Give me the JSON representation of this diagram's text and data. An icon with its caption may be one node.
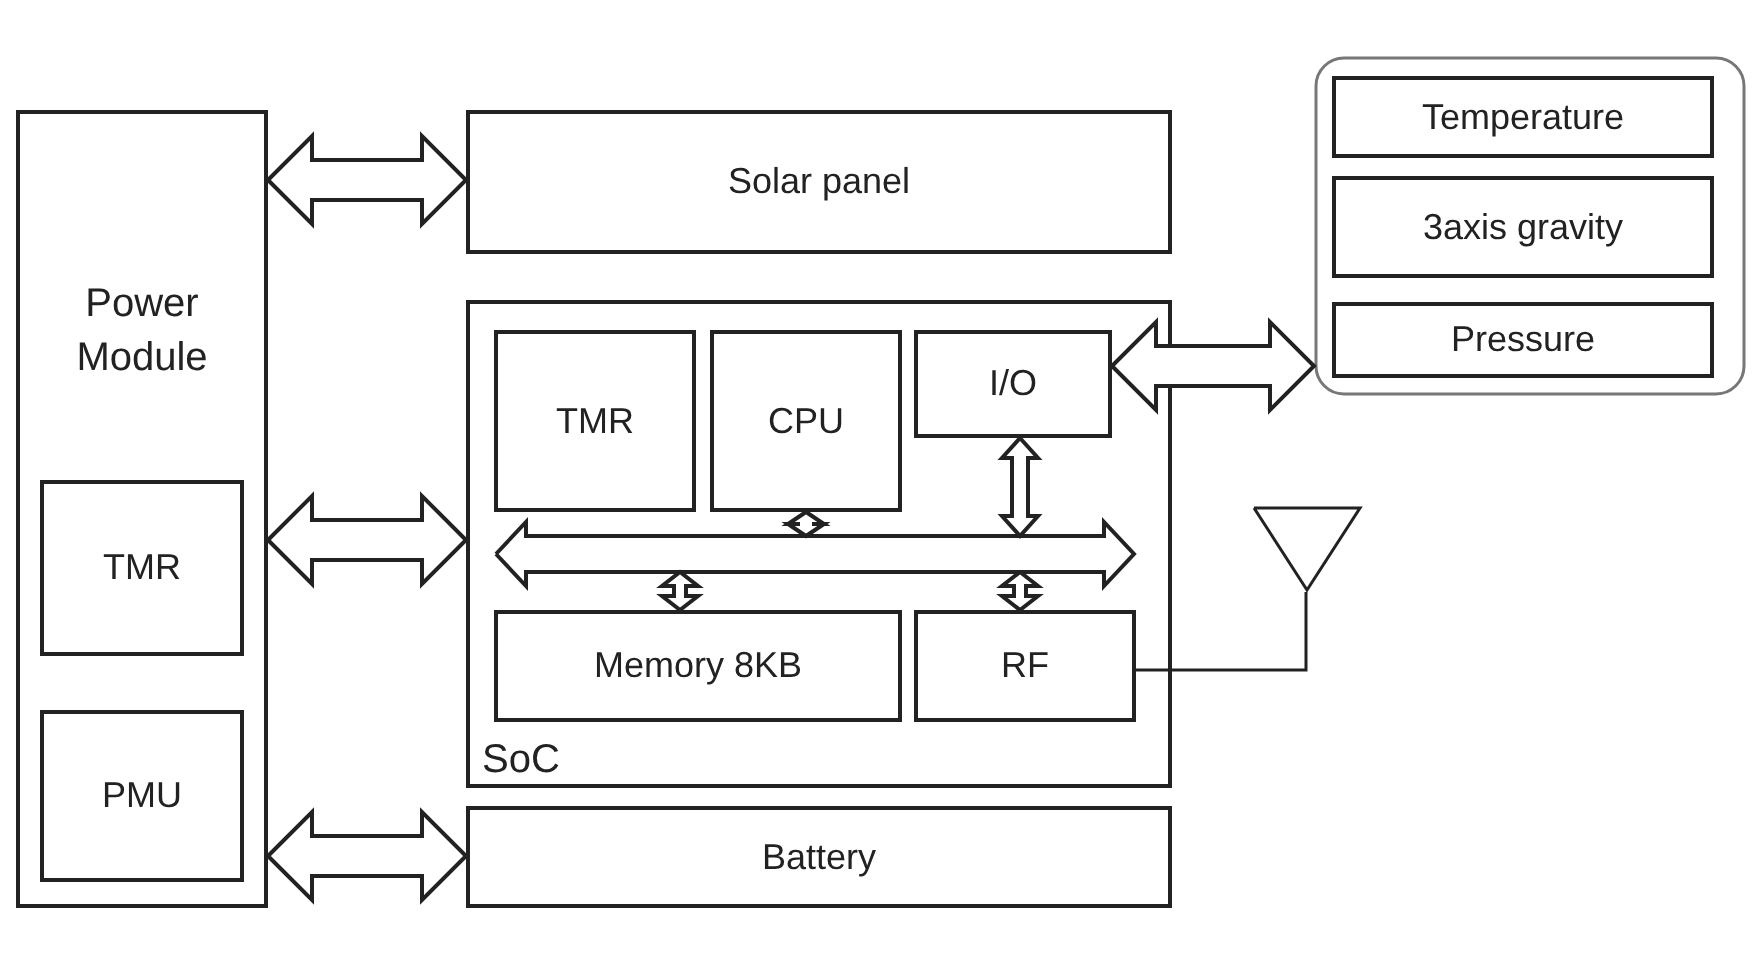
{
  "diagram": {
    "nodes": [
      {
        "text": [
          "Power Module"
        ]
      },
      {
        "text": [
          "TMR"
        ],
        "in": 0
      },
      {
        "text": [
          "PMU"
        ],
        "in": 0
      },
      {
        "text": [
          "Solar panel"
        ]
      },
      {
        "text": [
          "SoC"
        ]
      },
      {
        "text": [
          "TMR"
        ],
        "in": 4
      },
      {
        "text": [
          "CPU"
        ],
        "in": 4
      },
      {
        "text": [
          "I/O"
        ],
        "in": 4
      },
      {
        "text": [],
        "shape": "bar",
        "in": 4
      },
      {
        "text": [
          "Memory 8KB"
        ],
        "in": 4
      },
      {
        "text": [
          "RF"
        ],
        "in": 4
      },
      {
        "text": [
          "Battery"
        ]
      },
      {
        "text": [],
        "shape": "box"
      },
      {
        "text": [
          "Temperature"
        ],
        "in": 12
      },
      {
        "text": [
          "3axis gravity"
        ],
        "in": 12
      },
      {
        "text": [
          "Pressure"
        ],
        "in": 12
      },
      {
        "text": [],
        "shape": "triangle"
      }
    ],
    "edges": [
      {
        "from": 0,
        "to": 3,
        "arrow": "both",
        "style": "thick"
      },
      {
        "from": 0,
        "to": 4,
        "arrow": "both",
        "style": "thick"
      },
      {
        "from": 0,
        "to": 11,
        "arrow": "both",
        "style": "thick"
      },
      {
        "from": 7,
        "to": 12,
        "arrow": "both",
        "style": "thick"
      },
      {
        "from": 6,
        "to": 8,
        "arrow": "both",
        "style": "thick"
      },
      {
        "from": 9,
        "to": 8,
        "arrow": "both",
        "style": "thick"
      },
      {
        "from": 7,
        "to": 8,
        "arrow": "both",
        "style": "thick"
      },
      {
        "from": 8,
        "to": 10,
        "arrow": "both",
        "style": "thick"
      },
      {
        "from": 10,
        "to": 16,
        "arrow": "none"
      }
    ]
  }
}
